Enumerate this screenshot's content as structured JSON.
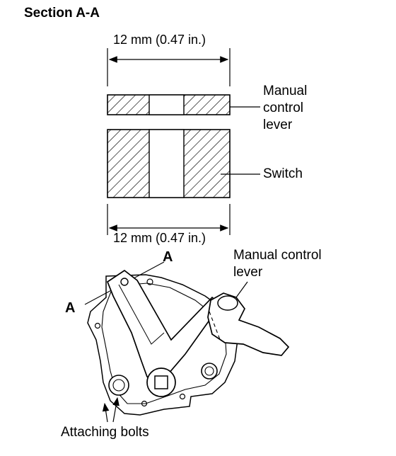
{
  "diagram": {
    "title": "Section A-A",
    "dimensions": {
      "top": "12 mm (0.47 in.)",
      "bottom": "12 mm (0.47 in.)"
    },
    "section_labels": {
      "manual_control_lever": [
        "Manual",
        "control",
        "lever"
      ],
      "switch": "Switch"
    },
    "assembly_labels": {
      "section_mark_top": "A",
      "section_mark_left": "A",
      "manual_control_lever": [
        "Manual control",
        "lever"
      ],
      "attaching_bolts": "Attaching bolts"
    }
  }
}
